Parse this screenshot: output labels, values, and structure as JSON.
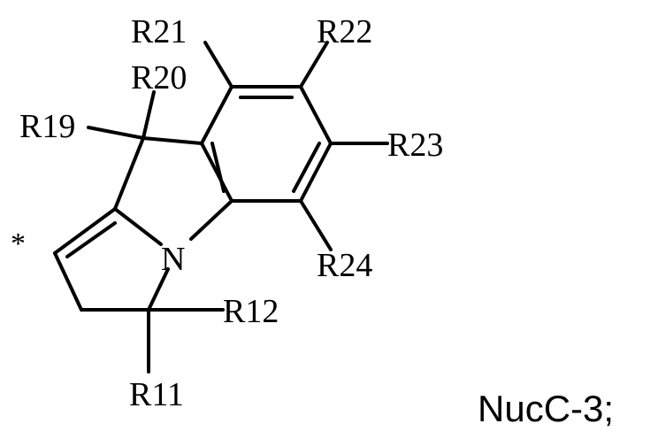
{
  "structure": {
    "substituents": {
      "r11": "R11",
      "r12": "R12",
      "r19": "R19",
      "r20": "R20",
      "r21": "R21",
      "r22": "R22",
      "r23": "R23",
      "r24": "R24"
    },
    "nitrogen": "N",
    "attachment_mark": "*"
  },
  "compound_id": "NucC-3;"
}
